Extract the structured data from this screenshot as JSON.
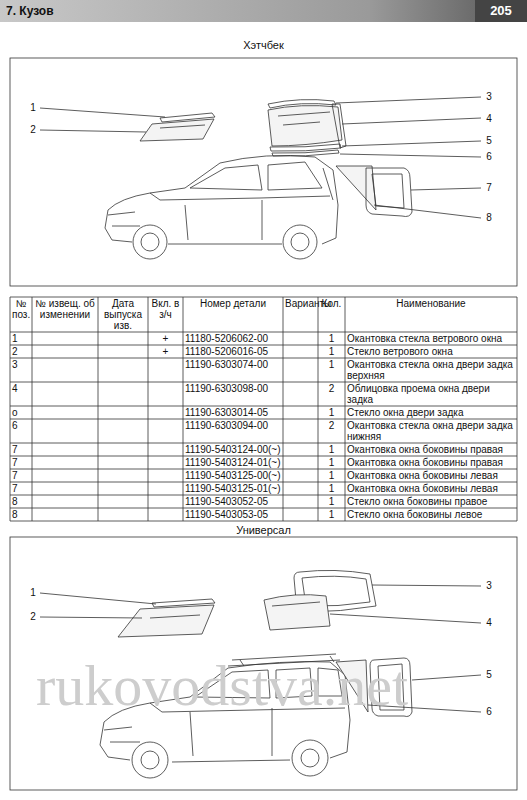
{
  "diagram": {
    "title": "7. Кузов",
    "labels": [
      "205",
      "Хэтчбек",
      "1",
      "2",
      "3",
      "4",
      "5",
      "6",
      "7",
      "8",
      "№ поз.",
      "№ извещ. об изменении",
      "Дата выпуска изв.",
      "Вкл. в з/ч",
      "Номер детали",
      "Варианты",
      "Кол.",
      "Наименование",
      "1",
      "+",
      "11180-5206062-00",
      "1",
      "Окантовка стекла ветрового окна",
      "2",
      "+",
      "11180-5206016-05",
      "1",
      "Стекло ветрового окна",
      "3",
      "11190-6303074-00",
      "1",
      "Окантовка стекла окна двери задка верхняя",
      "4",
      "11190-6303098-00",
      "2",
      "Облицовка проема окна двери задка",
      "о",
      "11190-6303014-05",
      "1",
      "Стекло окна двери задка",
      "6",
      "11190-6303094-00",
      "2",
      "Окантовка стекла окна двери задка нижняя",
      "7",
      "11190-5403124-00(~)",
      "1",
      "Окантовка окна боковины правая",
      "7",
      "11190-5403124-01(~)",
      "1",
      "Окантовка окна боковины правая",
      "7",
      "11190-5403125-00(~)",
      "1",
      "Окантовка окна боковины левая",
      "7",
      "11190-5403125-01(~)",
      "1",
      "Окантовка окна боковины левая",
      "8",
      "11190-5403052-05",
      "1",
      "Стекло окна боковины правое",
      "8",
      "11190-5403053-05",
      "1",
      "Стекло окна боковины левое",
      "Универсал",
      "1",
      "2",
      "3",
      "4",
      "5",
      "6",
      "rukovodstva.net"
    ]
  }
}
